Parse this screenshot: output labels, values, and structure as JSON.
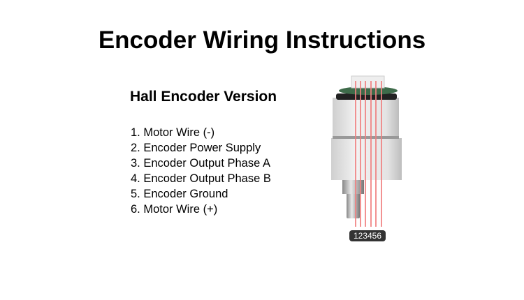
{
  "title": "Encoder Wiring Instructions",
  "subtitle": "Hall Encoder Version",
  "pins": [
    "1. Motor Wire (-)",
    "2. Encoder Power Supply",
    "3. Encoder Output Phase A",
    "4. Encoder Output Phase B",
    "5. Encoder Ground",
    "6. Motor Wire (+)"
  ],
  "pin_label": "123456"
}
